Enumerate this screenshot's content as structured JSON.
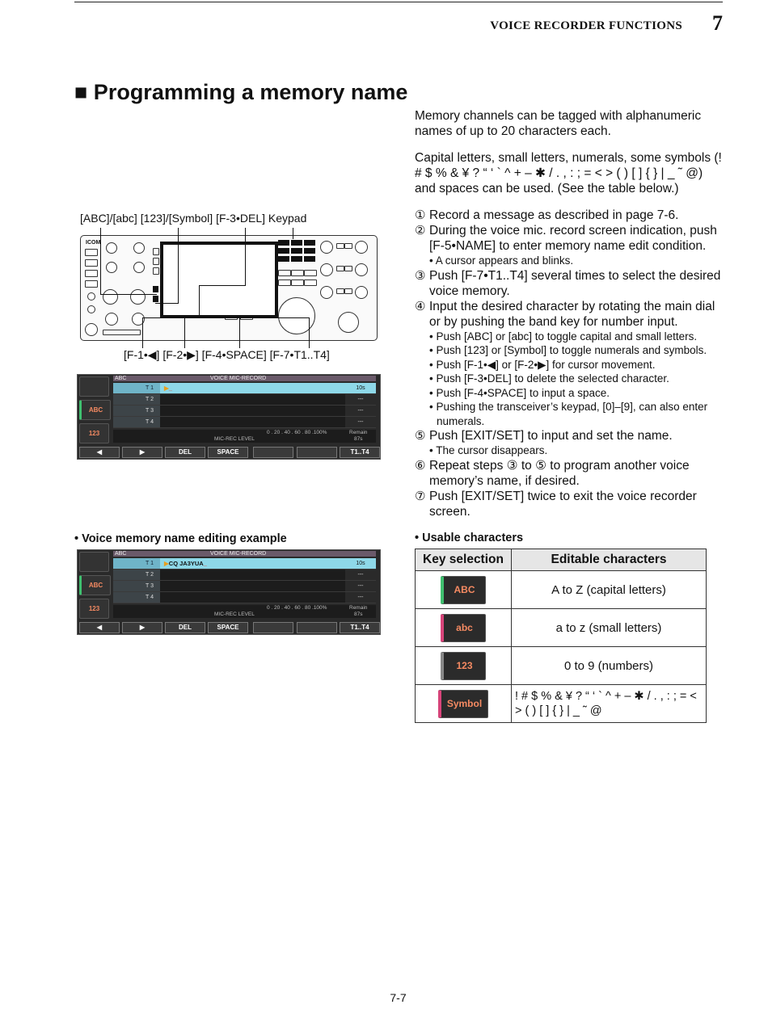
{
  "header": {
    "section": "VOICE RECORDER FUNCTIONS",
    "chapter": "7"
  },
  "title": "■ Programming a memory name",
  "intro": [
    "Memory channels can be tagged with alphanumeric names of up to 20 characters each.",
    "Capital letters, small letters, numerals, some symbols (! # $ % & ¥ ? “ ‘ ` ^ + – ✱ / . , : ; = < > ( ) [ ] { } | _ ˜ @) and spaces can be used. (See the table below.)"
  ],
  "steps": [
    {
      "num": "①",
      "text": "Record a message as described in page 7-6."
    },
    {
      "num": "②",
      "text": "During the voice mic. record screen indication, push [F-5•NAME] to enter memory name edit condition.",
      "notes": [
        "• A cursor appears and blinks."
      ]
    },
    {
      "num": "③",
      "text": "Push [F-7•T1..T4] several times to select the desired voice memory."
    },
    {
      "num": "④",
      "text": "Input the desired character by rotating the main dial or by pushing the band key for number input.",
      "notes": [
        "• Push [ABC] or [abc] to toggle capital and small letters.",
        "• Push [123] or [Symbol] to toggle numerals and symbols.",
        "• Push [F-1•◀] or [F-2•▶] for cursor movement.",
        "• Push [F-3•DEL] to delete the selected character.",
        "• Push [F-4•SPACE] to input a space.",
        "• Pushing the transceiver’s keypad, [0]–[9], can also enter",
        "numerals."
      ]
    },
    {
      "num": "⑤",
      "text": "Push [EXIT/SET] to input and set the name.",
      "notes": [
        "• The cursor disappears."
      ]
    },
    {
      "num": "⑥",
      "text": "Repeat steps ③ to ⑤ to program another voice memory’s name, if desired."
    },
    {
      "num": "⑦",
      "text": "Push [EXIT/SET] twice to exit the voice recorder screen."
    }
  ],
  "panel_labels": {
    "top": "[ABC]/[abc] [123]/[Symbol] [F-3•DEL] Keypad",
    "bottom": "[F-1•◀] [F-2•▶] [F-4•SPACE] [F-7•T1..T4]",
    "brand": "ICOM"
  },
  "lcd": {
    "title_left": "ABC",
    "title_center": "VOICE MIC-RECORD",
    "side_buttons": [
      "ABC",
      "123"
    ],
    "rows": [
      {
        "label": "T 1",
        "time": "10s"
      },
      {
        "label": "T 2",
        "time": "---"
      },
      {
        "label": "T 3",
        "time": "---"
      },
      {
        "label": "T 4",
        "time": "---"
      }
    ],
    "meter_scale": "0 . 20 . 40 . 60 . 80 .100%",
    "meter_label": "MIC-REC LEVEL",
    "remain_label": "Remain",
    "remain_value": "87s",
    "fkeys": [
      "◀",
      "▶",
      "DEL",
      "SPACE",
      "",
      "",
      "T1..T4"
    ]
  },
  "example": {
    "caption": "• Voice memory name editing example",
    "name_text": "CQ  JA3YUA"
  },
  "usable": {
    "title": "• Usable characters",
    "headers": [
      "Key selection",
      "Editable characters"
    ],
    "rows": [
      {
        "key": "ABC",
        "chars": "A to Z (capital letters)"
      },
      {
        "key": "abc",
        "chars": "a to z (small letters)"
      },
      {
        "key": "123",
        "chars": "0 to 9 (numbers)"
      },
      {
        "key": "Symbol",
        "chars": "! # $ % & ¥ ? “ ‘ ` ^ + – ✱ / . , : ; = < > ( ) [ ] { } | _ ˜ @"
      }
    ]
  },
  "footer": {
    "page": "7-7"
  }
}
